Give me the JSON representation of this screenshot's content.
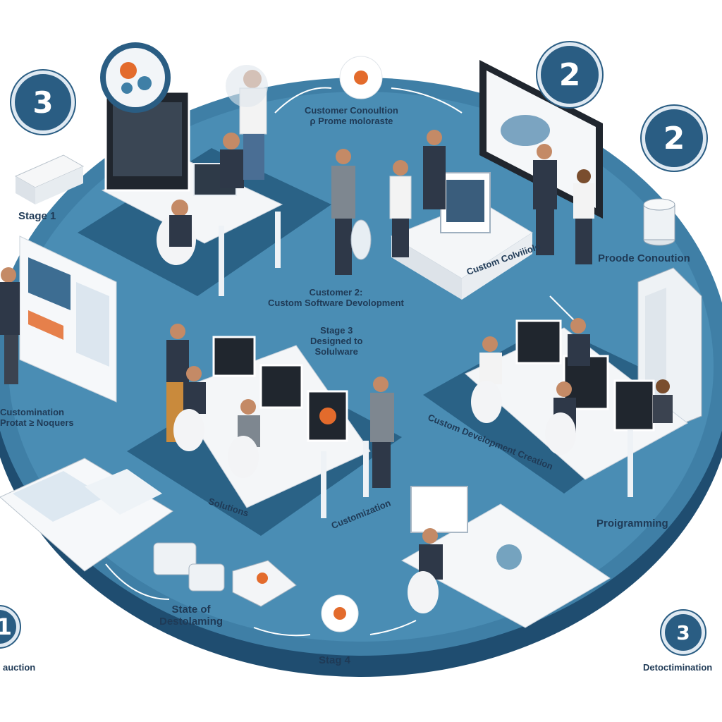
{
  "badges": {
    "b3_top_left": "3",
    "b2_top": "2",
    "b2_right": "2",
    "b1_bottom_left": "1",
    "b3_bottom_right": "3"
  },
  "labels": {
    "customer_consultation_top": "Customer Conoultion",
    "customer_consultation_top_sub": "ρ Prome moloraste",
    "stage1": "Stage 1",
    "provide_consultation": "Proode Conoution",
    "customer2": "Customer 2:",
    "custom_software_dev": "Custom Software Devolopment",
    "custom_consult_right": "Custom Colviiiolo",
    "stage3_line1": "Stage 3",
    "stage3_line2": "Designed to",
    "stage3_line3": "Solulware",
    "customization_line1": "Customination",
    "customization_line2": "Protat ≥ Noquers",
    "custom_dev_creation": "Custom Development Creation",
    "programming": "Proigramming",
    "solutions": "Solutions",
    "customization_center": "Customization",
    "state_of_line1": "State of",
    "state_of_line2": "Destolaming",
    "stage4": "Stag 4",
    "auction_bottom_left": "auction",
    "determination_bottom_right": "Detoctimination"
  }
}
